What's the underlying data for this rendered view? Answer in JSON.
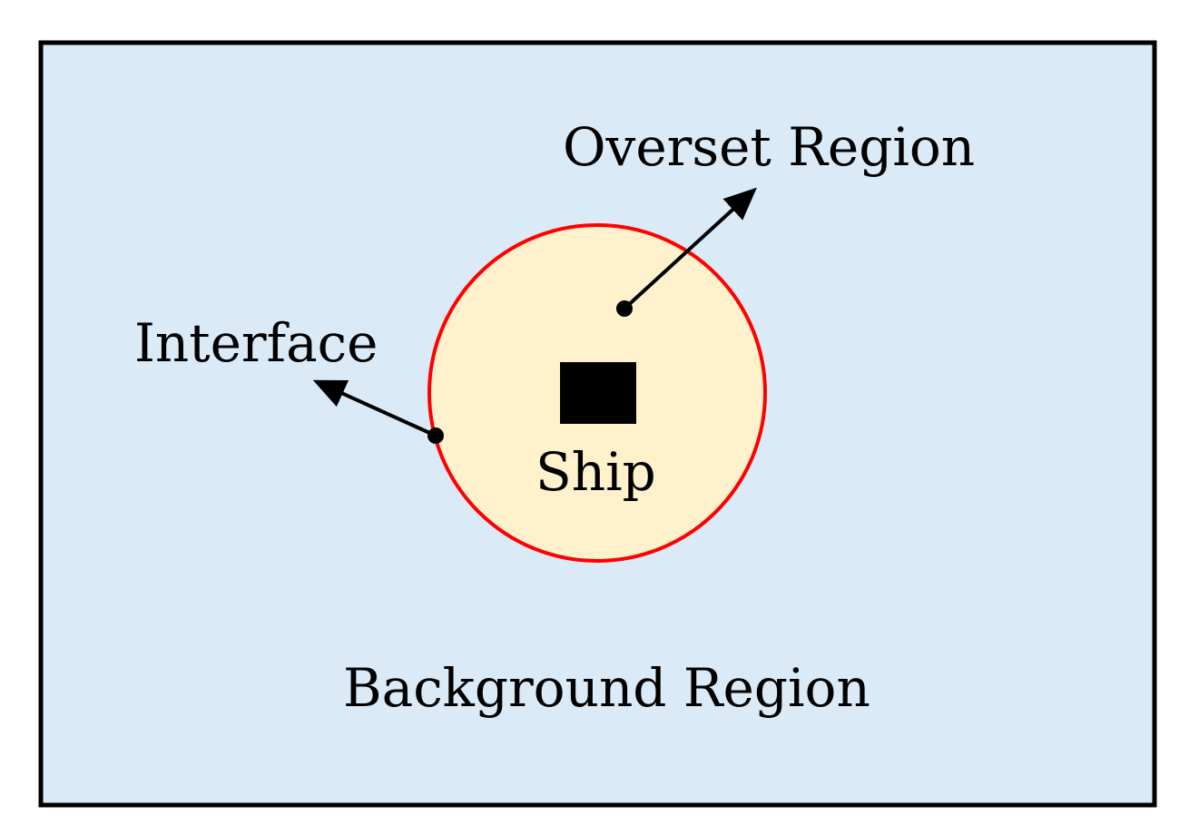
{
  "labels": {
    "overset_region": "Overset Region",
    "interface": "Interface",
    "ship": "Ship",
    "background_region": "Background Region"
  },
  "colors": {
    "background_fill": "#daeaf7",
    "border": "#000000",
    "overset_fill": "#fff1cc",
    "interface_stroke": "#ff0000",
    "ship_fill": "#000000",
    "arrow": "#000000"
  }
}
